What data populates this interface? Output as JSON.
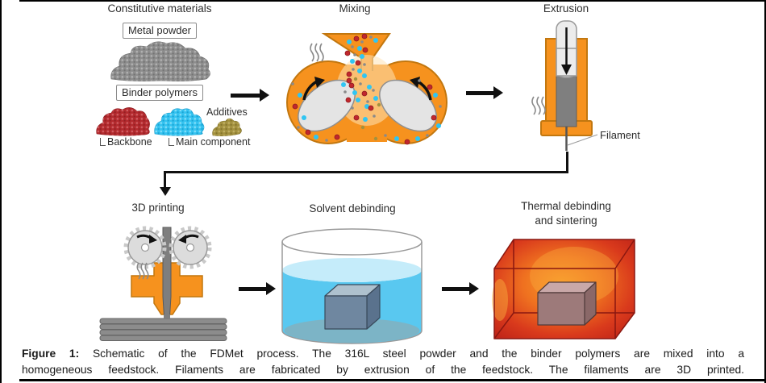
{
  "figure": {
    "caption": {
      "prefix": "Figure 1:",
      "line1_rest": "Schematic of the FDMet process. The 316L steel powder and the binder polymers are mixed into a",
      "line2": "homogeneous feedstock. Filaments are fabricated by extrusion of the feedstock. The filaments are 3D printed."
    }
  },
  "stages": {
    "constitutive": {
      "title": "Constitutive materials",
      "metal_powder_label": "Metal powder",
      "binder_label": "Binder polymers",
      "additives_label": "Additives",
      "backbone_label": "Backbone",
      "main_component_label": "Main component"
    },
    "mixing": {
      "title": "Mixing"
    },
    "extrusion": {
      "title": "Extrusion",
      "filament_label": "Filament"
    },
    "printing": {
      "title": "3D printing"
    },
    "solvent": {
      "title": "Solvent debinding"
    },
    "thermal": {
      "title_line1": "Thermal debinding",
      "title_line2": "and sintering"
    }
  },
  "colors": {
    "machine_orange": "#F6921E",
    "machine_orange_outline": "#C2770F",
    "metal_powder_gray": "#8D8D8D",
    "backbone_red": "#B32A2E",
    "main_component_cyan": "#35C3F0",
    "additives_olive": "#A3913F",
    "solvent_blue": "#59C8F0",
    "furnace_hot_orange": "#F89B28",
    "furnace_red": "#BE2318"
  }
}
